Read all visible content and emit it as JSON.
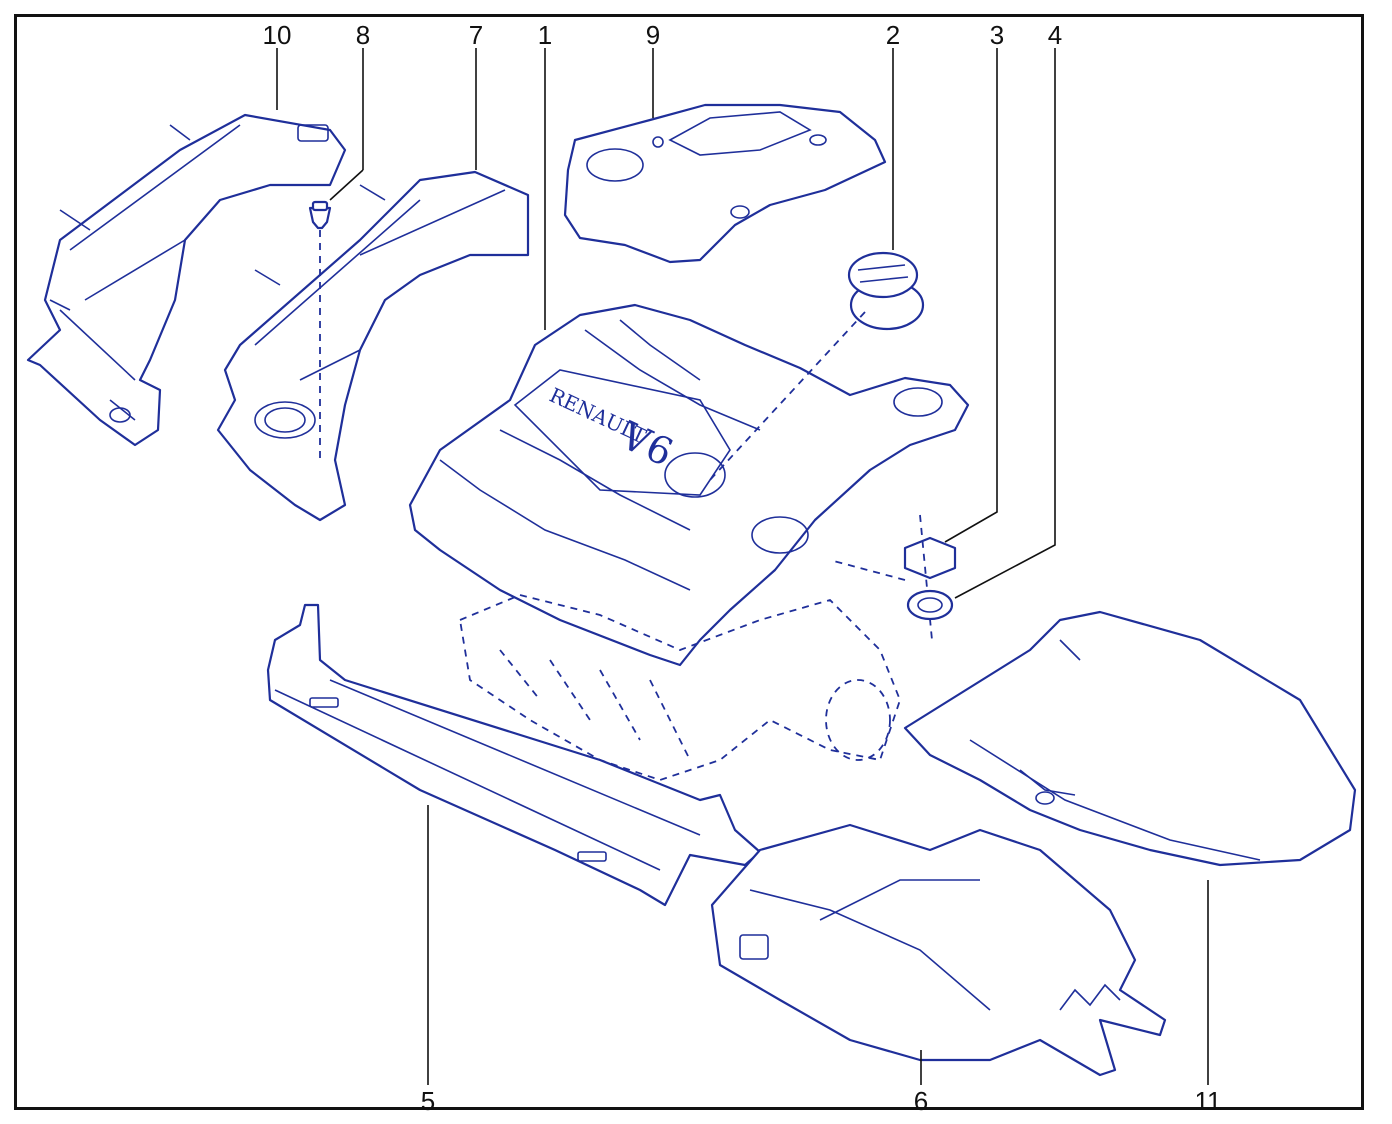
{
  "diagram": {
    "callouts": [
      "1",
      "2",
      "3",
      "4",
      "5",
      "6",
      "7",
      "8",
      "9",
      "10",
      "11"
    ],
    "emblem": {
      "brand": "RENAULT",
      "model": "V6"
    },
    "stroke_color": "#1f2f9a",
    "label_color": "#111111"
  }
}
